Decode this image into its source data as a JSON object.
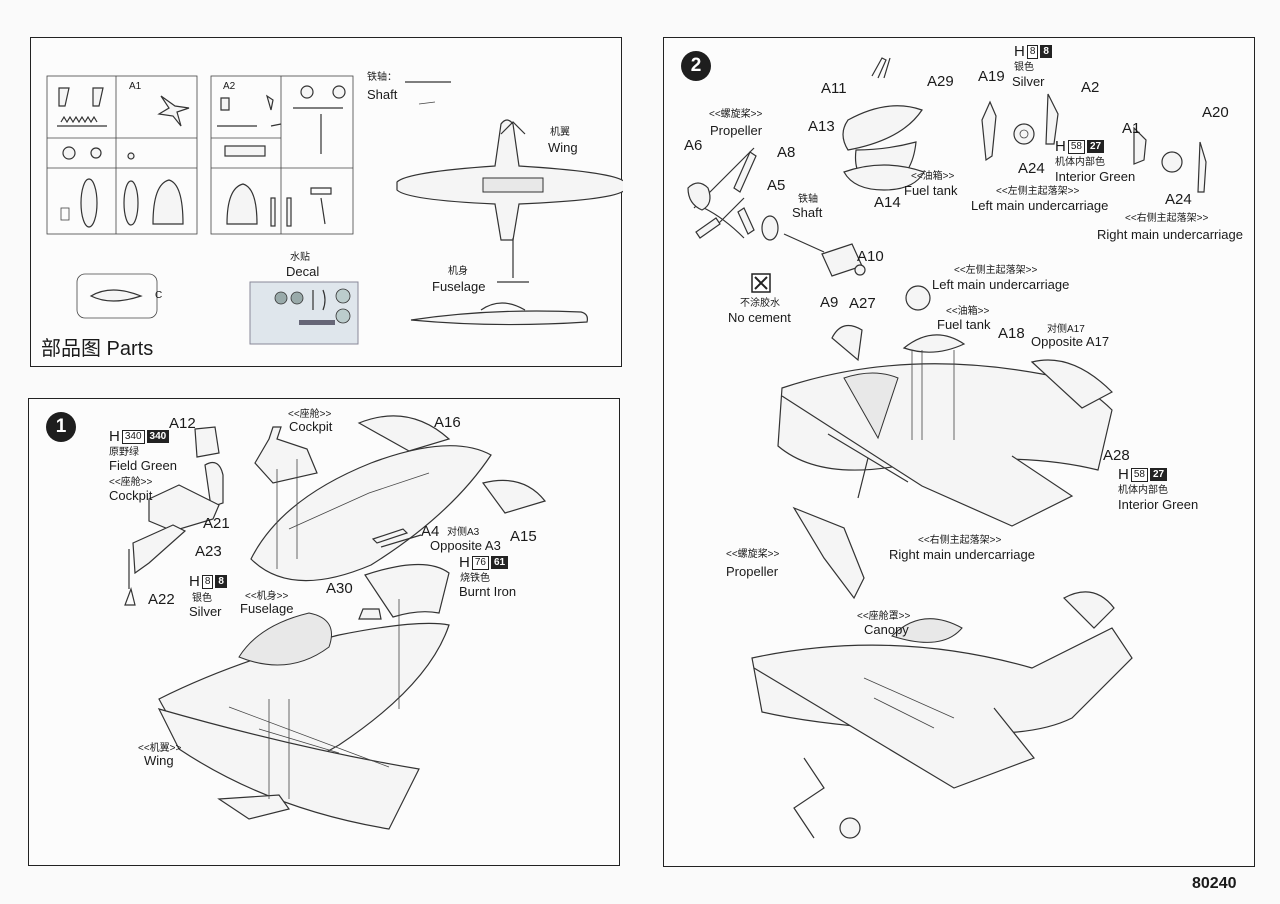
{
  "parts_panel": {
    "title": "部品图 Parts",
    "sprue_a1": "A1",
    "sprue_a2": "A2",
    "shaft_cn": "铁轴：",
    "shaft_en": "Shaft",
    "decal_cn": "水贴",
    "decal_en": "Decal",
    "wing_cn": "机翼",
    "wing_en": "Wing",
    "fuselage_cn": "机身",
    "fuselage_en": "Fuselage",
    "clear_sprue": "C"
  },
  "step1": {
    "number": "1",
    "parts": {
      "a12": "A12",
      "a21": "A21",
      "a23": "A23",
      "a22": "A22",
      "a16": "A16",
      "a15": "A15",
      "a4": "A4",
      "a30": "A30"
    },
    "paint_field_green": {
      "h": "H",
      "code1": "340",
      "code2": "340",
      "cn": "原野绿",
      "en": "Field Green"
    },
    "paint_silver": {
      "h": "H",
      "code1": "8",
      "code2": "8",
      "cn": "银色",
      "en": "Silver"
    },
    "paint_burnt_iron": {
      "h": "H",
      "code1": "76",
      "code2": "61",
      "cn": "烧铁色",
      "en": "Burnt Iron"
    },
    "cockpit_left": {
      "cn": "<<座舱>>",
      "en": "Cockpit"
    },
    "cockpit_top": {
      "cn": "<<座舱>>",
      "en": "Cockpit"
    },
    "fuselage": {
      "cn": "<<机身>>",
      "en": "Fuselage"
    },
    "wing": {
      "cn": "<<机翼>>",
      "en": "Wing"
    },
    "opposite": {
      "cn": "对侧A3",
      "en": "Opposite A3"
    }
  },
  "step2": {
    "number": "2",
    "parts": {
      "a11": "A11",
      "a29": "A29",
      "a13": "A13",
      "a14": "A14",
      "a6": "A6",
      "a8": "A8",
      "a5": "A5",
      "a10": "A10",
      "a9": "A9",
      "a19": "A19",
      "a2": "A2",
      "a24_l": "A24",
      "a1": "A1",
      "a20": "A20",
      "a24_r": "A24",
      "a27": "A27",
      "a18": "A18",
      "a28": "A28"
    },
    "propeller_top": {
      "cn": "<<螺旋桨>>",
      "en": "Propeller"
    },
    "shaft": {
      "cn": "铁轴",
      "en": "Shaft"
    },
    "fuel_tank_top": {
      "cn": "<<油箱>>",
      "en": "Fuel tank"
    },
    "no_cement": {
      "cn": "不涂胶水",
      "en": "No cement"
    },
    "paint_silver": {
      "h": "H",
      "code1": "8",
      "code2": "8",
      "cn": "银色",
      "en": "Silver"
    },
    "paint_interior_green_top": {
      "h": "H",
      "code1": "58",
      "code2": "27",
      "cn": "机体内部色",
      "en": "Interior Green"
    },
    "left_uc_top": {
      "cn": "<<左侧主起落架>>",
      "en": "Left main undercarriage"
    },
    "right_uc_top": {
      "cn": "<<右侧主起落架>>",
      "en": "Right main undercarriage"
    },
    "left_uc_mid": {
      "cn": "<<左侧主起落架>>",
      "en": "Left main undercarriage"
    },
    "fuel_tank_mid": {
      "cn": "<<油箱>>",
      "en": "Fuel tank"
    },
    "opposite": {
      "cn": "对侧A17",
      "en": "Opposite A17"
    },
    "paint_interior_green_mid": {
      "h": "H",
      "code1": "58",
      "code2": "27",
      "cn": "机体内部色",
      "en": "Interior Green"
    },
    "right_uc_mid": {
      "cn": "<<右侧主起落架>>",
      "en": "Right main undercarriage"
    },
    "propeller_mid": {
      "cn": "<<螺旋桨>>",
      "en": "Propeller"
    },
    "canopy": {
      "cn": "<<座舱罩>>",
      "en": "Canopy"
    }
  },
  "footer": {
    "code": "80240"
  }
}
